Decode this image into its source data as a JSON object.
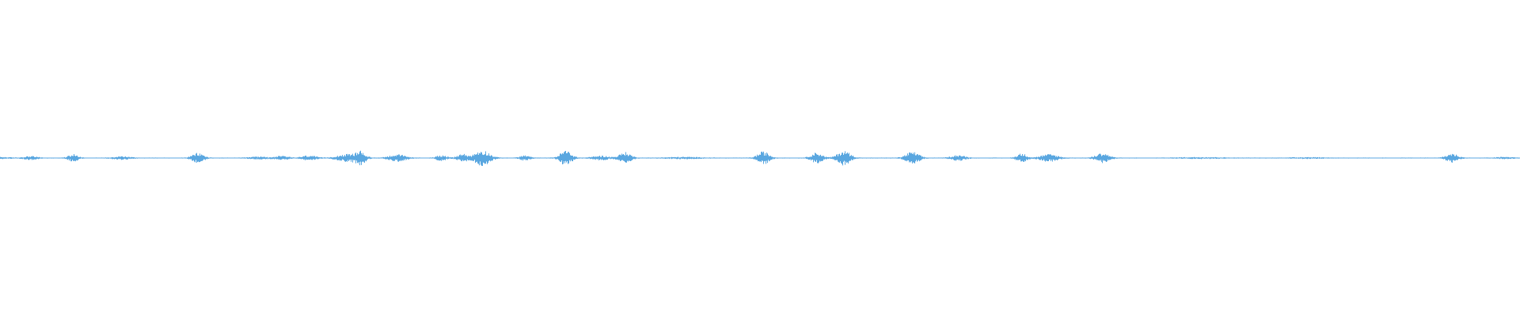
{
  "waveform": {
    "color": "#5aa7e0",
    "background": "#ffffff",
    "peak_max": 1.0,
    "bursts": [
      {
        "t": 0.0,
        "w": 0.012,
        "a": 0.08
      },
      {
        "t": 0.02,
        "w": 0.008,
        "a": 0.2
      },
      {
        "t": 0.048,
        "w": 0.006,
        "a": 0.45
      },
      {
        "t": 0.08,
        "w": 0.01,
        "a": 0.18
      },
      {
        "t": 0.13,
        "w": 0.007,
        "a": 0.6
      },
      {
        "t": 0.17,
        "w": 0.01,
        "a": 0.15
      },
      {
        "t": 0.185,
        "w": 0.008,
        "a": 0.22
      },
      {
        "t": 0.203,
        "w": 0.008,
        "a": 0.3
      },
      {
        "t": 0.228,
        "w": 0.012,
        "a": 0.45
      },
      {
        "t": 0.237,
        "w": 0.006,
        "a": 0.75
      },
      {
        "t": 0.261,
        "w": 0.01,
        "a": 0.42
      },
      {
        "t": 0.29,
        "w": 0.006,
        "a": 0.35
      },
      {
        "t": 0.304,
        "w": 0.006,
        "a": 0.5
      },
      {
        "t": 0.317,
        "w": 0.009,
        "a": 1.0
      },
      {
        "t": 0.345,
        "w": 0.006,
        "a": 0.3
      },
      {
        "t": 0.372,
        "w": 0.007,
        "a": 0.95
      },
      {
        "t": 0.395,
        "w": 0.01,
        "a": 0.25
      },
      {
        "t": 0.411,
        "w": 0.007,
        "a": 0.7
      },
      {
        "t": 0.45,
        "w": 0.02,
        "a": 0.1
      },
      {
        "t": 0.502,
        "w": 0.007,
        "a": 0.8
      },
      {
        "t": 0.537,
        "w": 0.007,
        "a": 0.65
      },
      {
        "t": 0.555,
        "w": 0.008,
        "a": 0.9
      },
      {
        "t": 0.6,
        "w": 0.008,
        "a": 0.75
      },
      {
        "t": 0.63,
        "w": 0.008,
        "a": 0.35
      },
      {
        "t": 0.672,
        "w": 0.006,
        "a": 0.55
      },
      {
        "t": 0.69,
        "w": 0.01,
        "a": 0.45
      },
      {
        "t": 0.725,
        "w": 0.008,
        "a": 0.6
      },
      {
        "t": 0.79,
        "w": 0.025,
        "a": 0.08
      },
      {
        "t": 0.86,
        "w": 0.02,
        "a": 0.07
      },
      {
        "t": 0.955,
        "w": 0.007,
        "a": 0.55
      },
      {
        "t": 0.99,
        "w": 0.01,
        "a": 0.1
      }
    ]
  }
}
